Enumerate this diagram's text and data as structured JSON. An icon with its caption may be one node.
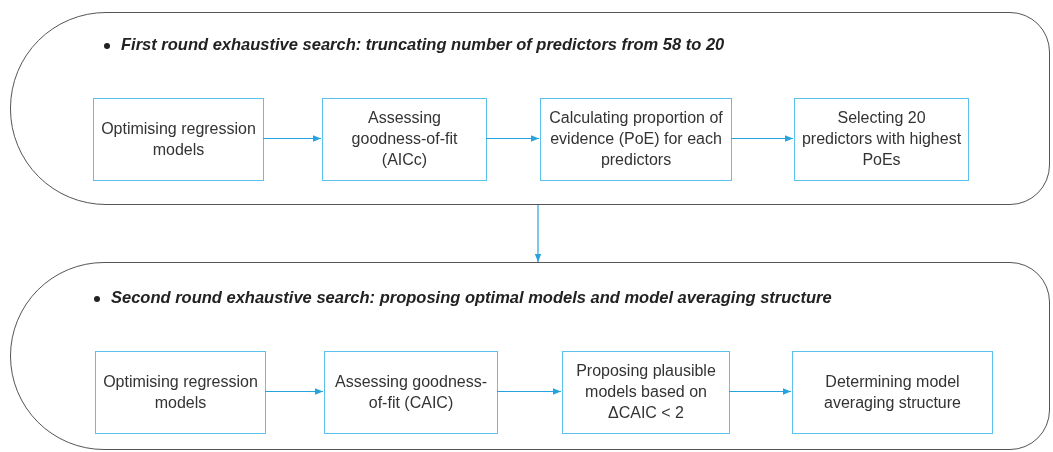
{
  "diagram": {
    "nodes": [
      {
        "text": [
          "First round exhaustive search: truncating number of predictors from 58 to 20"
        ]
      },
      {
        "text": [
          "Optimising regression models"
        ],
        "in": 0
      },
      {
        "text": [
          "Assessing goodness-of-fit (AICc)"
        ],
        "in": 0
      },
      {
        "text": [
          "Calculating proportion of evidence (PoE) for each predictors"
        ],
        "in": 0
      },
      {
        "text": [
          "Selecting 20 predictors with highest PoEs"
        ],
        "in": 0
      },
      {
        "text": [
          "Second round exhaustive search: proposing optimal models and model averaging structure"
        ]
      },
      {
        "text": [
          "Optimising regression models"
        ],
        "in": 5
      },
      {
        "text": [
          "Assessing goodness-of-fit (CAIC)"
        ],
        "in": 5
      },
      {
        "text": [
          "Proposing plausible models based on ΔCAIC < 2"
        ],
        "in": 5
      },
      {
        "text": [
          "Determining model averaging structure"
        ],
        "in": 5
      }
    ],
    "edges": [
      {
        "from": 1,
        "to": 2,
        "arrow": "to"
      },
      {
        "from": 2,
        "to": 3,
        "arrow": "to"
      },
      {
        "from": 3,
        "to": 4,
        "arrow": "to"
      },
      {
        "from": 0,
        "to": 5,
        "arrow": "to"
      },
      {
        "from": 6,
        "to": 7,
        "arrow": "to"
      },
      {
        "from": 7,
        "to": 8,
        "arrow": "to"
      },
      {
        "from": 8,
        "to": 9,
        "arrow": "to"
      }
    ]
  }
}
